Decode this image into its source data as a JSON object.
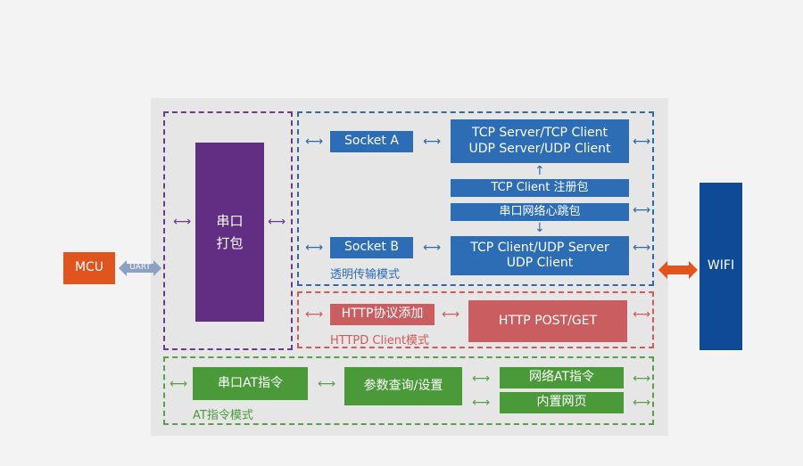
{
  "mcu": "MCU",
  "uart": "UART",
  "wifi": "WIFI",
  "serial_pack": [
    "串口",
    "打包"
  ],
  "socket_a": "Socket A",
  "socket_b": "Socket B",
  "tcp_server_client": [
    "TCP Server/TCP Client",
    "UDP Server/UDP Client"
  ],
  "tcp_client_reg": "TCP Client 注册包",
  "serial_heartbeat": "串口网络心跳包",
  "tcp_client_udp": [
    "TCP Client/UDP Server",
    "UDP Client"
  ],
  "transparent_mode": "透明传输模式",
  "http_add": "HTTP协议添加",
  "http_post_get": "HTTP POST/GET",
  "httpd_mode": "HTTPD Client模式",
  "serial_at": "串口AT指令",
  "param_query": "参数查询/设置",
  "network_at": "网络AT指令",
  "web_page": "内置网页",
  "at_mode": "AT指令模式",
  "colors": {
    "blue": "#2d6db5",
    "purple": "#612e84",
    "red": "#c95d60",
    "green": "#4a9a3a",
    "orange": "#e2541d",
    "navy": "#0f4a97",
    "gray_panel": "#e6e6e6"
  }
}
